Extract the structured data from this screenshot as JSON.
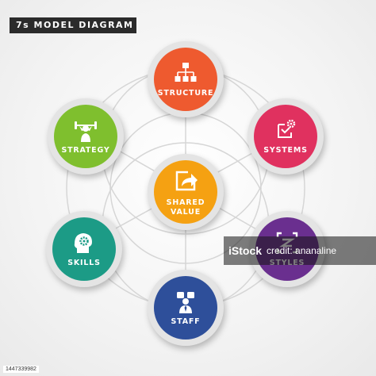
{
  "title": "7s MODEL DIAGRAM",
  "nodes": {
    "structure": {
      "label": "STRUCTURE",
      "color": "#ee5a2f",
      "icon": "org-chart-icon"
    },
    "systems": {
      "label": "SYSTEMS",
      "color": "#e0315f",
      "icon": "gear-system-icon"
    },
    "styles": {
      "label": "STYLES",
      "color": "#6a2f8f",
      "icon": "styles-icon"
    },
    "staff": {
      "label": "STAFF",
      "color": "#2e4f9a",
      "icon": "people-icon"
    },
    "skills": {
      "label": "SKILLS",
      "color": "#1c9b86",
      "icon": "head-gear-icon"
    },
    "strategy": {
      "label": "STRATEGY",
      "color": "#7fbf2e",
      "icon": "weightlifter-icon"
    },
    "shared_value": {
      "label_line1": "SHARED",
      "label_line2": "VALUE",
      "color": "#f5a112",
      "icon": "share-arrow-icon"
    }
  },
  "watermark": {
    "logo": "iStock",
    "credit": "credit:",
    "author": "ananaline"
  },
  "stock_id": "1447339982"
}
